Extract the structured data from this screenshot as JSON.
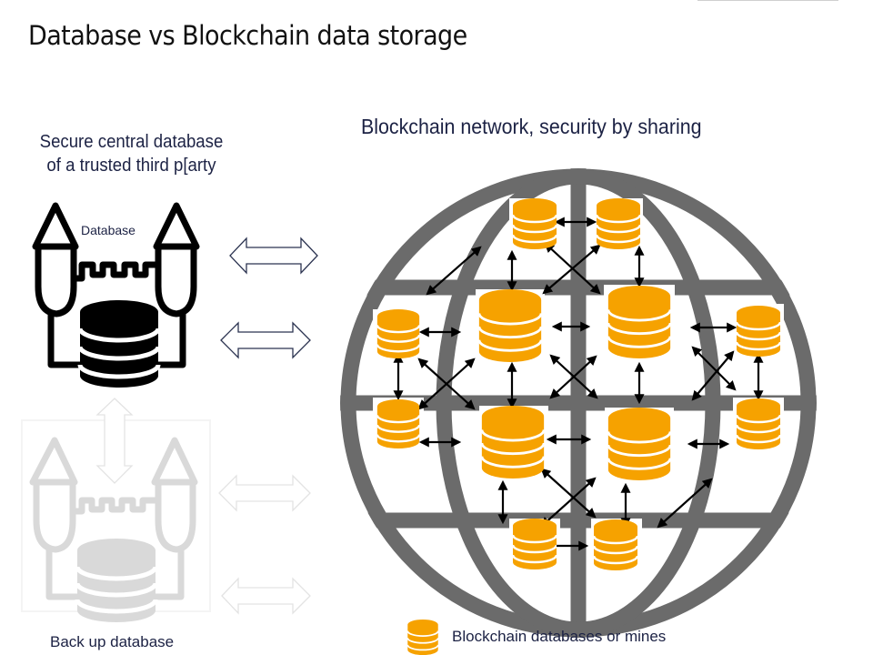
{
  "title": "Database vs Blockchain data storage",
  "left_panel": {
    "heading_line1": "Secure central database",
    "heading_line2": "of a trusted third p[arty",
    "primary_label": "Database",
    "backup_label": "Back up database",
    "primary_icon": "castle-database-icon",
    "backup_icon": "castle-database-icon"
  },
  "right_panel": {
    "heading": "Blockchain network, security by sharing",
    "background_icon": "globe-icon",
    "node_icon": "database-cylinder-icon",
    "node_count": 12,
    "legend_label": "Blockchain databases or mines"
  },
  "colors": {
    "node": "#f6a200",
    "globe": "#6b6b6b",
    "text": "#1c2244",
    "backup": "#d9d9d9"
  }
}
